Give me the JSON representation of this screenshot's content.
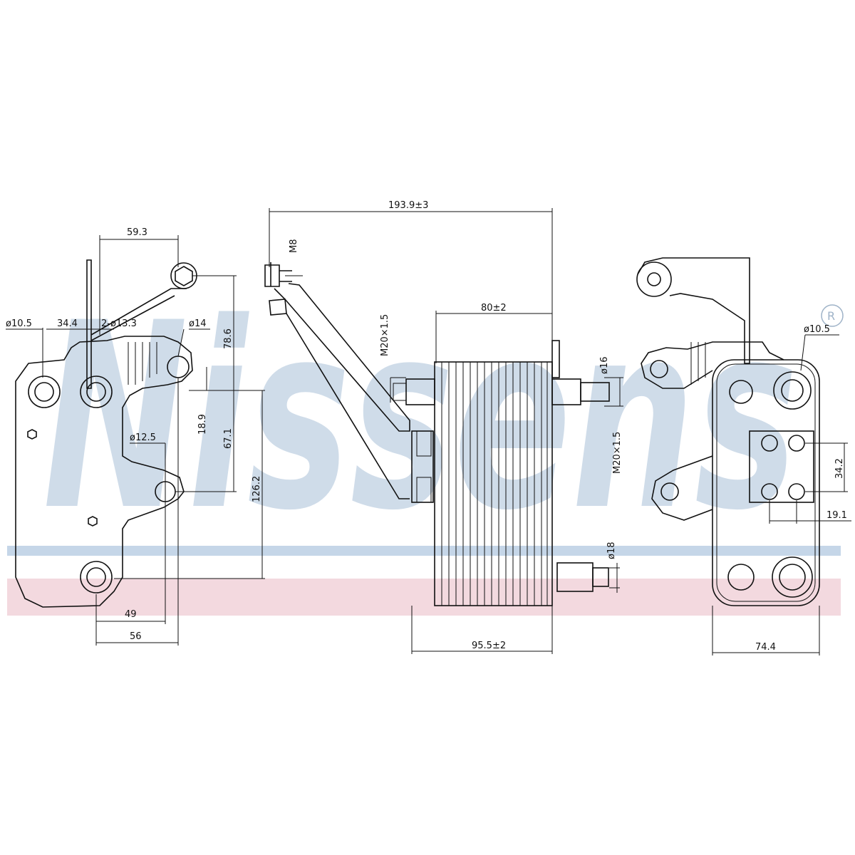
{
  "brand": {
    "name": "Nissens",
    "registered_mark": "®",
    "colors": {
      "logo": "#c7d6e6",
      "stripe_blue": "#c5d6e8",
      "stripe_pink": "#f3d9df"
    }
  },
  "dimensions": {
    "d1": "59.3",
    "d2": "ø10.5",
    "d3": "34.4",
    "d4": "2-ø13.3",
    "d5": "ø14",
    "d6": "78.6",
    "d7": "18.9",
    "d8": "67.1",
    "d9": "ø12.5",
    "d10": "126.2",
    "d11": "49",
    "d12": "56",
    "d13": "193.9±3",
    "d14": "M8",
    "d15": "80±2",
    "d16": "M20×1.5",
    "d17": "ø16",
    "d18": "M20×1.5",
    "d19": "ø18",
    "d20": "95.5±2",
    "d21": "ø10.5",
    "d22": "34.2",
    "d23": "19.1",
    "d24": "74.4"
  }
}
